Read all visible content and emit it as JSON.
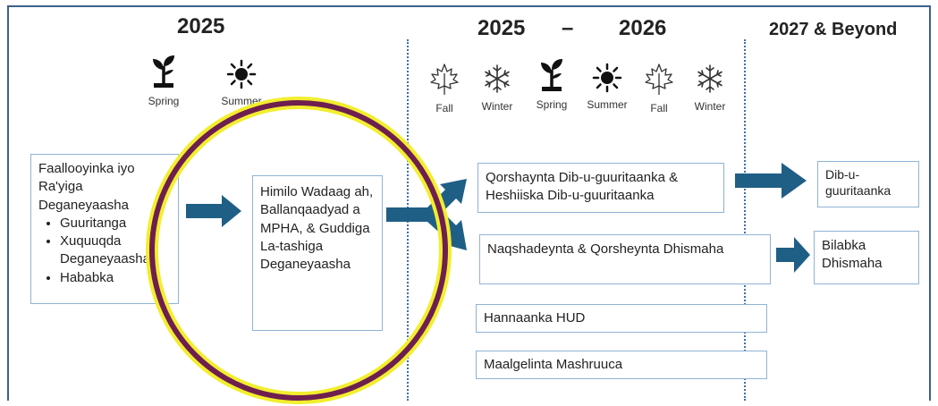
{
  "header": {
    "year_1": "2025",
    "year_2_start": "2025",
    "year_2_dash": "–",
    "year_2_end": "2026",
    "year_3": "2027 & Beyond"
  },
  "seasons_2025": [
    {
      "label": "Spring",
      "icon": "sprout-icon"
    },
    {
      "label": "Summer",
      "icon": "sun-icon"
    }
  ],
  "seasons_2025_2026": [
    {
      "label": "Fall",
      "icon": "maple-leaf-icon"
    },
    {
      "label": "Winter",
      "icon": "snowflake-icon"
    },
    {
      "label": "Spring",
      "icon": "sprout-icon"
    },
    {
      "label": "Summer",
      "icon": "sun-icon"
    },
    {
      "label": "Fall",
      "icon": "maple-leaf-icon"
    },
    {
      "label": "Winter",
      "icon": "snowflake-icon"
    }
  ],
  "boxes": {
    "start": {
      "title": "Faallooyinka iyo Ra'yiga Deganeyaasha",
      "bullets": [
        "Guuritanga",
        "Xuquuqda Deganeyaasha",
        "Hababka"
      ]
    },
    "center": "Himilo Wadaag ah, Ballanqaadyad a MPHA, & Guddiga La-tashiga Deganeyaasha",
    "relocation_plan": "Qorshaynta Dib-u-guuritaanka & Heshiiska Dib-u-guuritaanka",
    "design_plan": "Naqshadeynta & Qorsheynta Dhismaha",
    "hud": "Hannaanka HUD",
    "finance": "Maalgelinta Mashruuca",
    "relocation": "Dib-u-guuritaanka",
    "construction": "Bilabka Dhismaha"
  },
  "colors": {
    "arrow": "#1f5f86",
    "box_border": "#8fb3d6",
    "divider": "#3d6fae",
    "ring_outer": "#f2ee2e",
    "ring_inner": "#6e1f4f"
  }
}
